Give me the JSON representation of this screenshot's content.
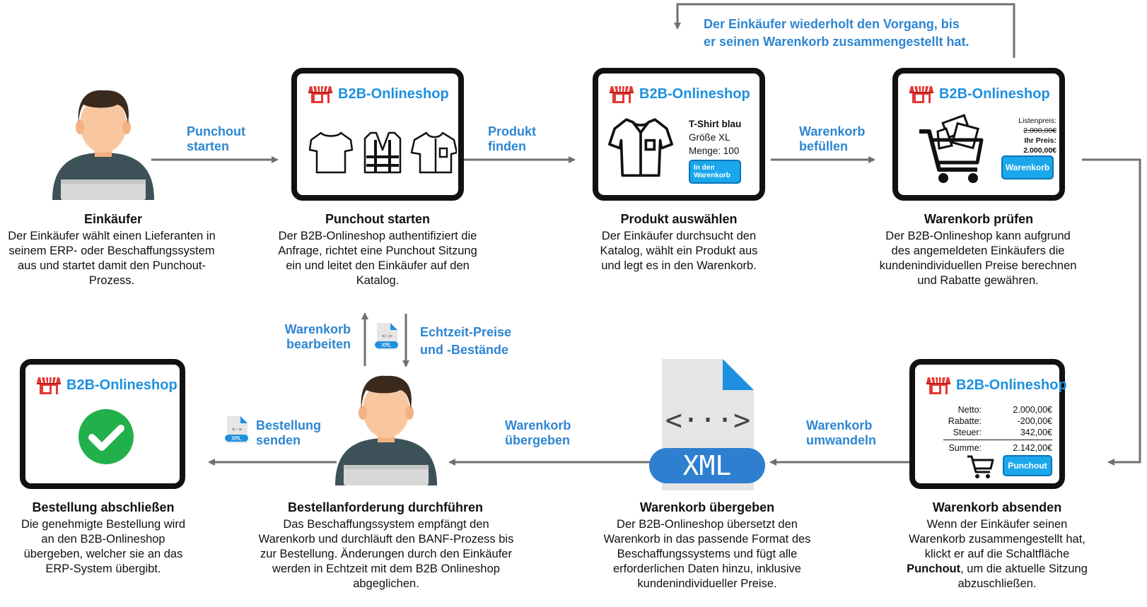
{
  "shop_name": "B2B-Onlineshop",
  "loop_note": {
    "line1": "Der Einkäufer wiederholt den Vorgang, bis",
    "line2": "er seinen Warenkorb zusammengestellt hat."
  },
  "labels": {
    "punchout_starten": {
      "line1": "Punchout",
      "line2": "starten"
    },
    "produkt_finden": {
      "line1": "Produkt",
      "line2": "finden"
    },
    "warenkorb_befuellen": {
      "line1": "Warenkorb",
      "line2": "befüllen"
    },
    "warenkorb_bearbeiten": {
      "line1": "Warenkorb",
      "line2": "bearbeiten"
    },
    "echtzeit": {
      "line1": "Echtzeit-Preise",
      "line2": "und -Bestände"
    },
    "bestellung_senden": {
      "line1": "Bestellung",
      "line2": "senden"
    },
    "warenkorb_uebergeben": {
      "line1": "Warenkorb",
      "line2": "übergeben"
    },
    "warenkorb_umwandeln": {
      "line1": "Warenkorb",
      "line2": "umwandeln"
    }
  },
  "product_card": {
    "name": "T-Shirt blau",
    "size": "Größe XL",
    "qty": "Menge: 100",
    "button": "In den Warenkorb"
  },
  "cart_card": {
    "list_label": "Listenpreis:",
    "list_price": "2.000,00€",
    "your_label": "Ihr Preis:",
    "your_price": "2.000,00€",
    "button": "Warenkorb"
  },
  "submit_card": {
    "rows": [
      {
        "label": "Netto:",
        "value": "2.000,00€"
      },
      {
        "label": "Rabatte:",
        "value": "-200,00€"
      },
      {
        "label": "Steuer:",
        "value": "342,00€"
      }
    ],
    "sum_label": "Summe:",
    "sum_value": "2.142,00€",
    "button": "Punchout"
  },
  "xml_text": "XML",
  "xml_code": "<···>",
  "steps": {
    "einkaeufer": {
      "title": "Einkäufer",
      "desc": "Der Einkäufer wählt einen Lieferanten in seinem ERP- oder Beschaffungssystem aus und startet damit den Punchout-Prozess."
    },
    "punchout": {
      "title": "Punchout starten",
      "desc": "Der B2B-Onlineshop authentifiziert die Anfrage, richtet eine Punchout Sitzung ein und leitet den Einkäufer auf den Katalog."
    },
    "produkt": {
      "title": "Produkt auswählen",
      "desc": "Der Einkäufer durchsucht den Katalog, wählt ein Produkt aus und legt es in den Warenkorb."
    },
    "pruefen": {
      "title": "Warenkorb prüfen",
      "desc": "Der B2B-Onlineshop kann aufgrund des angemeldeten Einkäufers die kundenindividuellen Preise berechnen und Rabatte gewähren."
    },
    "absenden": {
      "title": "Warenkorb absenden",
      "desc_pre": "Wenn der Einkäufer seinen Warenkorb zusammengestellt hat, klickt er auf die Schaltfläche",
      "desc_bold": "Punchout",
      "desc_post": ", um die aktuelle Sitzung abzuschließen."
    },
    "uebergeben": {
      "title": "Warenkorb übergeben",
      "desc": "Der B2B-Onlineshop übersetzt den Warenkorb in das passende Format des Beschaffungssystems und fügt alle erforderlichen Daten hinzu, inklusive kundenindividueller Preise."
    },
    "banf": {
      "title": "Bestellanforderung durchführen",
      "desc": "Das Beschaffungssystem empfängt den Warenkorb und durchläuft den BANF-Prozess bis zur Bestellung. Änderungen durch den Einkäufer werden in Echtzeit mit dem B2B Onlineshop abgeglichen."
    },
    "abschliessen": {
      "title": "Bestellung abschließen",
      "desc": "Die genehmigte Bestellung wird an den B2B-Onlineshop übergeben, welcher sie an das ERP-System übergibt."
    }
  },
  "colors": {
    "accent": "#1e90e0",
    "label": "#2e86d1",
    "arrow": "#707070",
    "button": "#1aa7ec",
    "check": "#22b04b",
    "shop_red": "#e53935"
  }
}
